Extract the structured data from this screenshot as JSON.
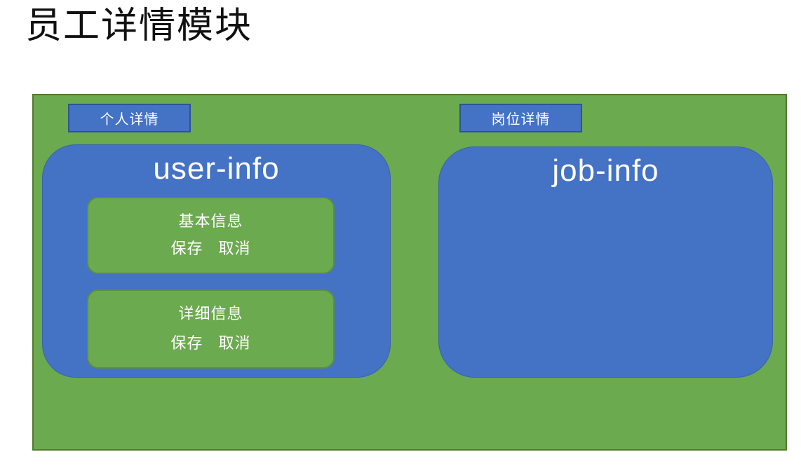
{
  "page": {
    "title": "员工详情模块"
  },
  "colors": {
    "green_fill": "#6caa50",
    "green_border": "#53792e",
    "blue_fill": "#4472c4",
    "blue_border": "#2d5492",
    "text_white": "#ffffff",
    "title_black": "#111111"
  },
  "container": {
    "personal_label": "个人详情",
    "job_label": "岗位详情"
  },
  "user_info": {
    "title": "user-info",
    "sections": [
      {
        "title": "基本信息",
        "save_label": "保存",
        "cancel_label": "取消"
      },
      {
        "title": "详细信息",
        "save_label": "保存",
        "cancel_label": "取消"
      }
    ]
  },
  "job_info": {
    "title": "job-info"
  }
}
